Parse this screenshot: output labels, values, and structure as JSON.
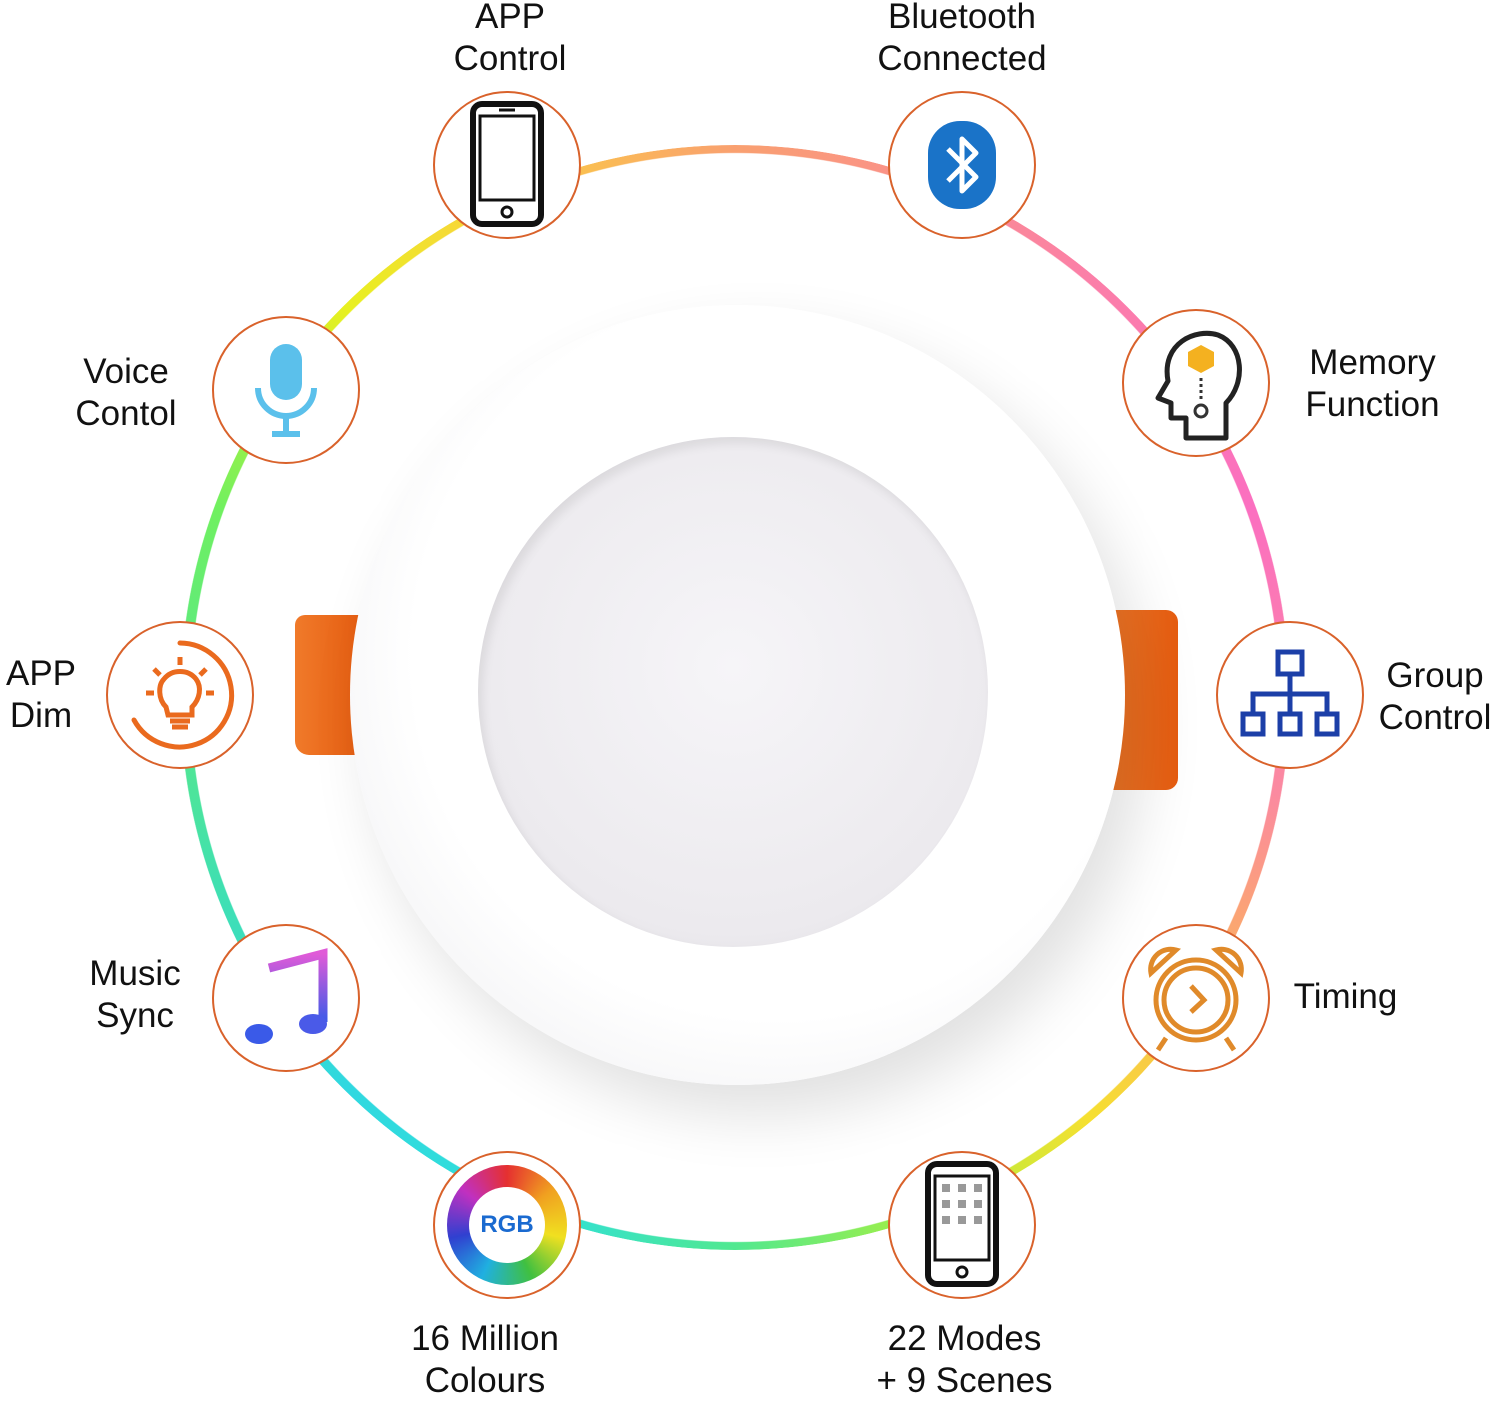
{
  "features": [
    {
      "id": "app-control",
      "lines": [
        "APP",
        "Control"
      ],
      "icon": "smartphone-icon"
    },
    {
      "id": "bluetooth",
      "lines": [
        "Bluetooth",
        "Connected"
      ],
      "icon": "bluetooth-icon"
    },
    {
      "id": "memory",
      "lines": [
        "Memory",
        "Function"
      ],
      "icon": "head-memory-icon"
    },
    {
      "id": "group",
      "lines": [
        "Group",
        "Control"
      ],
      "icon": "network-hierarchy-icon"
    },
    {
      "id": "timing",
      "lines": [
        "Timing"
      ],
      "icon": "alarm-clock-icon"
    },
    {
      "id": "modes",
      "lines": [
        "22 Modes",
        "+ 9 Scenes"
      ],
      "icon": "phone-grid-icon"
    },
    {
      "id": "colours",
      "lines": [
        "16 Million",
        "Colours"
      ],
      "icon": "rgb-wheel-icon",
      "badge": "RGB"
    },
    {
      "id": "music",
      "lines": [
        "Music",
        "Sync"
      ],
      "icon": "music-note-icon"
    },
    {
      "id": "dim",
      "lines": [
        "APP",
        "Dim"
      ],
      "icon": "lightbulb-dim-icon"
    },
    {
      "id": "voice",
      "lines": [
        "Voice",
        "Contol"
      ],
      "icon": "microphone-icon"
    }
  ],
  "colors": {
    "node_border": "#d9622b",
    "clip": "#e8641a",
    "bluetooth": "#1a73c8",
    "network": "#1c3fa8"
  }
}
